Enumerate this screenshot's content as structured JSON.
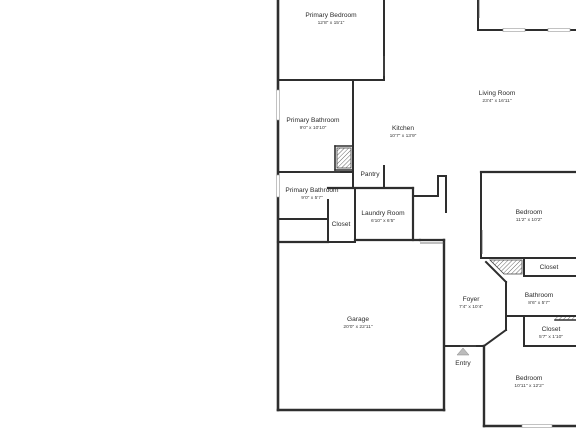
{
  "rooms": [
    {
      "id": "primary-bedroom",
      "name": "Primary Bedroom",
      "dims": "12'8\" x 15'1\""
    },
    {
      "id": "living-room",
      "name": "Living Room",
      "dims": "23'4\" x 16'11\""
    },
    {
      "id": "primary-bathroom-1",
      "name": "Primary Bathroom",
      "dims": "9'0\" x 10'10\""
    },
    {
      "id": "kitchen",
      "name": "Kitchen",
      "dims": "10'7\" x 13'9\""
    },
    {
      "id": "pantry",
      "name": "Pantry",
      "dims": ""
    },
    {
      "id": "primary-bathroom-2",
      "name": "Primary Bathroom",
      "dims": "9'0\" x 5'7\""
    },
    {
      "id": "laundry-room",
      "name": "Laundry Room",
      "dims": "6'10\" x 6'5\""
    },
    {
      "id": "closet-laundry",
      "name": "Closet",
      "dims": ""
    },
    {
      "id": "bedroom-1",
      "name": "Bedroom",
      "dims": "11'2\" x 10'2\""
    },
    {
      "id": "closet-bedroom-1",
      "name": "Closet",
      "dims": ""
    },
    {
      "id": "bathroom",
      "name": "Bathroom",
      "dims": "8'6\" x 5'7\""
    },
    {
      "id": "foyer",
      "name": "Foyer",
      "dims": "7'4\" x 10'4\""
    },
    {
      "id": "closet-bathroom",
      "name": "Closet",
      "dims": "5'7\" x 1'10\""
    },
    {
      "id": "garage",
      "name": "Garage",
      "dims": "20'0\" x 22'11\""
    },
    {
      "id": "entry",
      "name": "Entry",
      "dims": ""
    },
    {
      "id": "bedroom-2",
      "name": "Bedroom",
      "dims": "10'11\" x 12'2\""
    }
  ],
  "colors": {
    "wall": "#2e2e2e",
    "text": "#2a2a2a",
    "window": "#9a9a9a"
  },
  "icons": {
    "entry": "triangle-up-icon"
  }
}
